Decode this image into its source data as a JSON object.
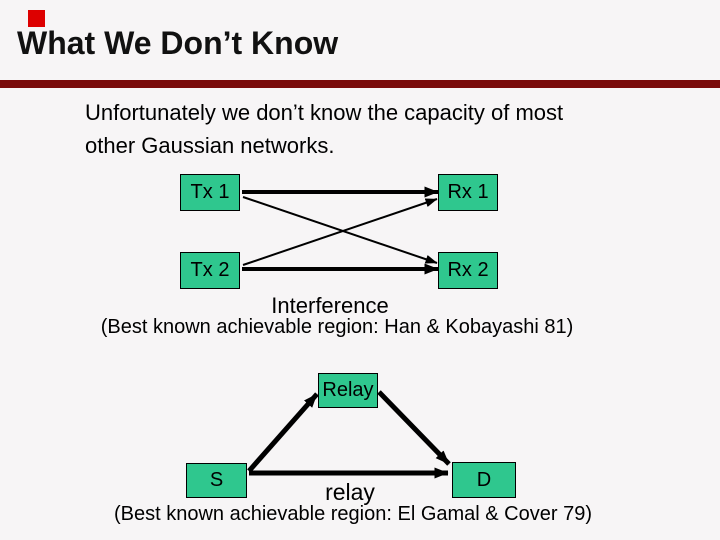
{
  "title": "What We Don’t Know",
  "body": {
    "line1": "Unfortunately we don’t know the capacity of most",
    "line2": "other Gaussian networks."
  },
  "interference_diagram": {
    "nodes": [
      {
        "id": "tx1",
        "label": "Tx 1"
      },
      {
        "id": "rx1",
        "label": "Rx 1"
      },
      {
        "id": "tx2",
        "label": "Tx 2"
      },
      {
        "id": "rx2",
        "label": "Rx 2"
      }
    ],
    "label": "Interference",
    "caption": "(Best known achievable region: Han & Kobayashi 81)"
  },
  "relay_diagram": {
    "nodes": [
      {
        "id": "relay",
        "label": "Relay"
      },
      {
        "id": "s",
        "label": "S"
      },
      {
        "id": "d",
        "label": "D"
      }
    ],
    "label": "relay",
    "caption": "(Best known achievable region: El Gamal & Cover 79)"
  },
  "colors": {
    "background": "#f7f5f6",
    "accent_bar": "#7a0b0b",
    "corner_square": "#dd0000",
    "node_fill": "#2fc78e",
    "text": "#000000"
  }
}
